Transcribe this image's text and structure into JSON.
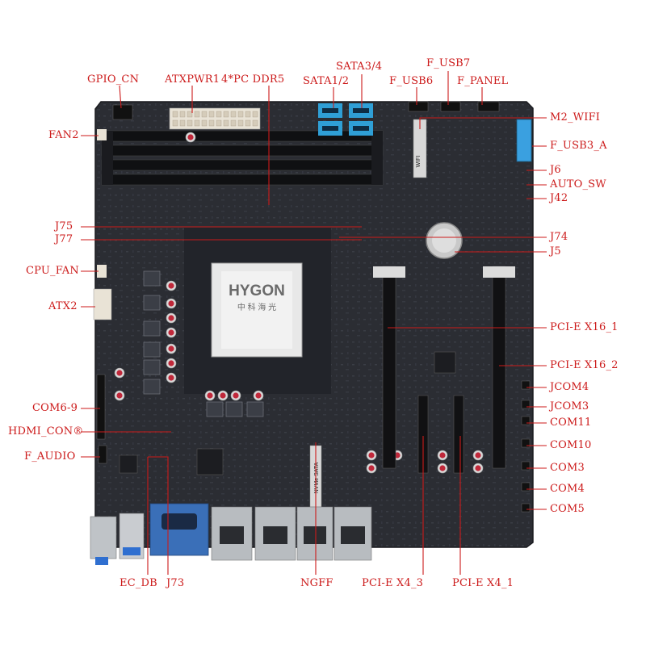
{
  "board": {
    "cpu_brand": "HYGON",
    "cpu_brand_cn": "中 科 海 光",
    "ngff_silk": "NVMe SATA",
    "wifi_silk": "WIFI",
    "colors": {
      "pcb": "#2b2d33",
      "callout": "#cc1a1a",
      "sata": "#2f9fd6",
      "usb3": "#3aa0e0",
      "io_blue": "#2f6fd0",
      "com_blue": "#3a6fb8",
      "slot": "#111113"
    }
  },
  "labels": {
    "gpio_cn": "GPIO_CN",
    "atxpwr1": "ATXPWR1",
    "ddr5": "4*PC DDR5",
    "sata12": "SATA1/2",
    "sata34": "SATA3/4",
    "f_usb7": "F_USB7",
    "f_usb6": "F_USB6",
    "f_panel": "F_PANEL",
    "fan2": "FAN2",
    "m2_wifi": "M2_WIFI",
    "f_usb3_a": "F_USB3_A",
    "j6": "J6",
    "auto_sw": "AUTO_SW",
    "j42": "J42",
    "j75": "J75",
    "j77": "J77",
    "j74": "J74",
    "j5": "J5",
    "cpu_fan": "CPU_FAN",
    "atx2": "ATX2",
    "pcie_x16_1": "PCI-E X16_1",
    "pcie_x16_2": "PCI-E X16_2",
    "jcom4": "JCOM4",
    "jcom3": "JCOM3",
    "com6_9": "COM6-9",
    "com11": "COM11",
    "hdmi_con": "HDMI_CON®",
    "com10": "COM10",
    "f_audio": "F_AUDIO",
    "com3": "COM3",
    "com4": "COM4",
    "com5": "COM5",
    "ec_db": "EC_DB",
    "j73": "J73",
    "ngff": "NGFF",
    "pcie_x4_3": "PCI-E X4_3",
    "pcie_x4_1": "PCI-E X4_1"
  }
}
